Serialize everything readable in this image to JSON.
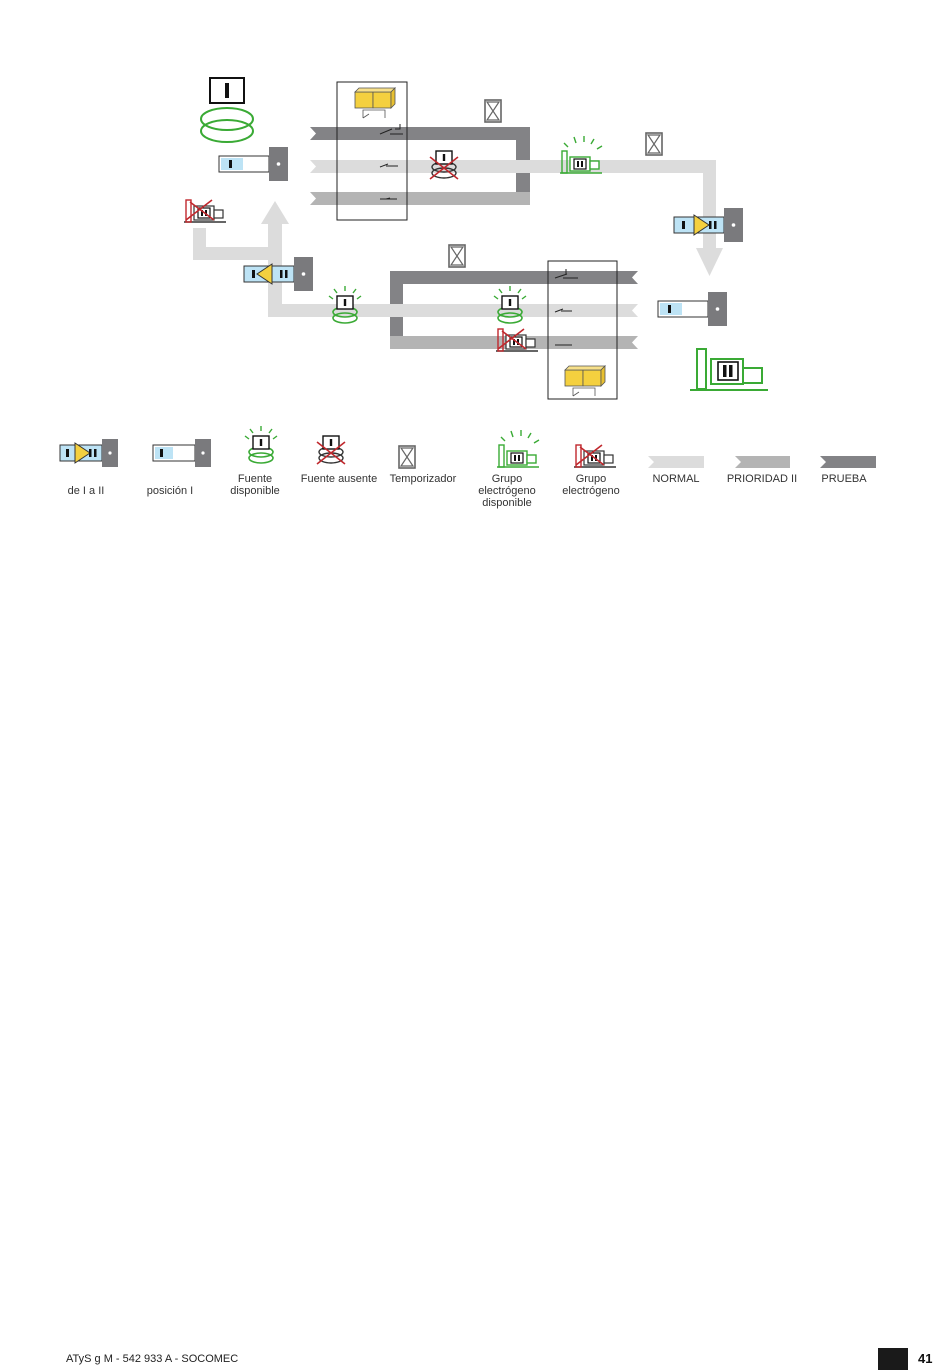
{
  "diagram": {
    "switch_pos_one": "I",
    "switch_pos_two": "II"
  },
  "legend": [
    {
      "id": "transfer",
      "label": "de I a II"
    },
    {
      "id": "position",
      "label": "posición I"
    },
    {
      "id": "source-available",
      "label": "Fuente\ndisponible"
    },
    {
      "id": "source-absent",
      "label": "Fuente ausente"
    },
    {
      "id": "timer",
      "label": "Temporizador"
    },
    {
      "id": "genset-available",
      "label": "Grupo\nelectrógeno\ndisponible"
    },
    {
      "id": "genset",
      "label": "Grupo\nelectrógeno"
    },
    {
      "id": "normal",
      "label": "NORMAL"
    },
    {
      "id": "priority",
      "label": "PRIORIDAD II"
    },
    {
      "id": "test",
      "label": "PRUEBA"
    }
  ],
  "colors": {
    "normal": "#dcdcdc",
    "priority": "#b4b4b4",
    "test": "#838386",
    "green": "#3aaa35",
    "red": "#c0282d",
    "yellow": "#f4d03f",
    "blue": "#bde3f5"
  },
  "footer": {
    "document": "ATyS g M - 542 933 A - SOCOMEC",
    "page": "41"
  }
}
